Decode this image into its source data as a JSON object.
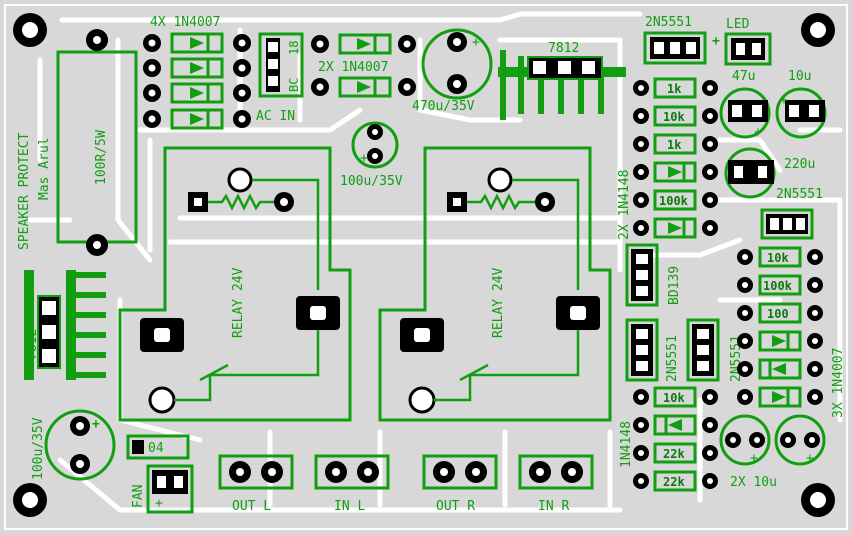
{
  "colors": {
    "background": "#d8d8d8",
    "trace": "#ffffff",
    "silk": "#119e11",
    "pad": "#000000",
    "frame": "#ffffff"
  },
  "labels": {
    "diodes_top": "4X 1N4007",
    "bridge": "BC",
    "bridge_num": "18",
    "diodes_mid": "2X 1N4007",
    "ac_in": "AC IN",
    "cap_main": "470u/35V",
    "reg_top": "7812",
    "tr_top": "2N5551",
    "led": "LED",
    "c47": "47u",
    "c10a": "10u",
    "c220": "220u",
    "tr_mid": "2N5551",
    "d_1n4148a": "2X 1N4148",
    "bd139": "BD139",
    "tr_low": "2N5551",
    "tr_low2": "2N5551",
    "d_1n4007b": "3X 1N4007",
    "d_1n4148b": "1N4148",
    "c10b": "2X  10u",
    "title1": "SPEAKER PROTECT",
    "title2": "Mas Arul",
    "res_power": "100R/5W",
    "cap_100u": "100u/35V",
    "relay_l": "RELAY 24V",
    "relay_r": "RELAY 24V",
    "reg_left": "7812",
    "cap_left": "100u/35V",
    "fan_code": "04",
    "fan": "FAN",
    "fan_plus": "+",
    "out_l": "OUT L",
    "in_l": "IN L",
    "out_r": "OUT R",
    "in_r": "IN R"
  },
  "resistors_top": [
    "1k",
    "10k",
    "1k",
    "100k"
  ],
  "resistors_mid": [
    "10k",
    "100k",
    "100"
  ],
  "resistors_low": [
    "10k",
    "22k",
    "22k"
  ]
}
